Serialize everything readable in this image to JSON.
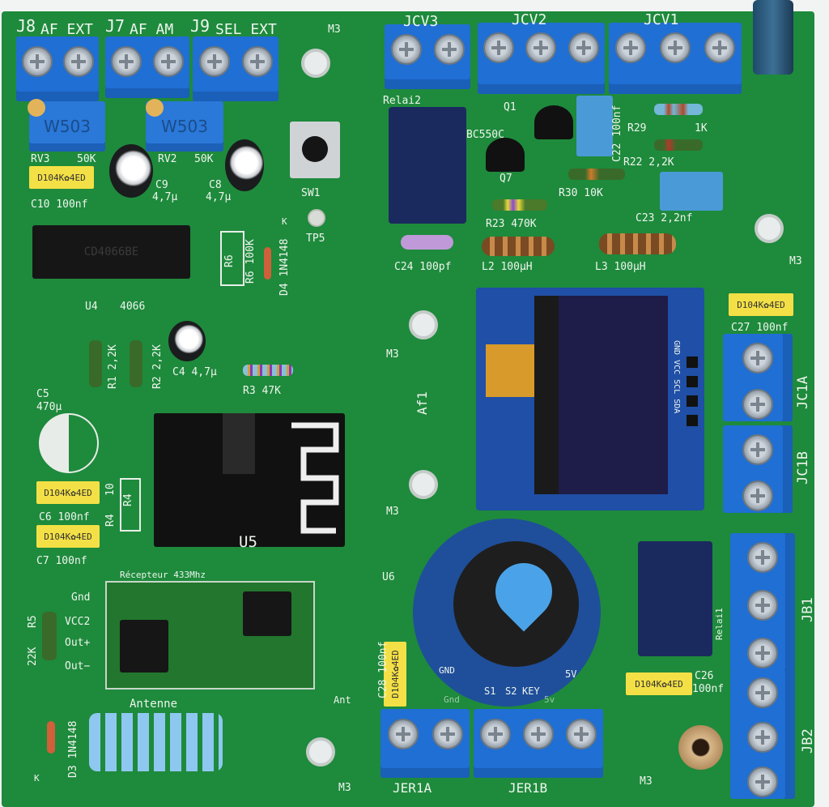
{
  "board": {
    "color": "#1e8a3c",
    "terminal_color": "#1f6fd4"
  },
  "silk": {
    "j8": "J8",
    "j8_name": "AF EXT",
    "j7": "J7",
    "j7_name": "AF AM",
    "j9": "J9",
    "j9_name": "SEL EXT",
    "m3_a": "M3",
    "rv3": "RV3",
    "rv3_val": "50K",
    "rv2": "RV2",
    "rv2_val": "50K",
    "trim_mark": "W503",
    "c10": "C10 100nf",
    "c9": "C9",
    "c9_val": "4,7µ",
    "c8": "C8",
    "c8_val": "4,7µ",
    "sw1": "SW1",
    "tp5": "TP5",
    "u4": "U4",
    "u4_val": "4066",
    "ic_u4_text": "CD4066BE",
    "r6_box": "R6",
    "r6": "R6 100K",
    "d4": "D4 1N4148",
    "d4_k": "K",
    "r1": "R1 2,2K",
    "r2": "R2 2,2K",
    "c4": "C4 4,7µ",
    "r3": "R3  47K",
    "c5": "C5",
    "c5_val": "470µ",
    "c5_inner": "C5",
    "r4": "R4",
    "r4_val": "10",
    "c6": "C6 100nf",
    "c7": "C7 100nf",
    "u5": "U5",
    "receiver": "Récepteur 433Mhz",
    "gnd": "Gnd",
    "vcc2": "VCC2",
    "out_p": "Out+",
    "out_m": "Out−",
    "r5": "R5",
    "r5_val": "22K",
    "antenna": "Antenne",
    "ant": "Ant",
    "d3": "D3 1N4148",
    "d3_k": "K",
    "m3_b": "M3",
    "jcv3": "JCV3",
    "jcv2": "JCV2",
    "jcv1": "JCV1",
    "relai2": "Relai2",
    "q1": "Q1",
    "bc550c": "BC550C",
    "q7": "Q7",
    "c22": "C22 100nf",
    "r29": "R29",
    "r29_val": "1K",
    "r22": "R22  2,2K",
    "r30": "R30  10K",
    "c23": "C23  2,2nf",
    "r23": "R23 470K",
    "c24": "C24 100pf",
    "l2": "L2   100µH",
    "l3": "L3   100µH",
    "m3_c": "M3",
    "m3_d": "M3",
    "af1": "Af1",
    "m3_e": "M3",
    "oled_pins": "GND VCC SCL SDA",
    "c27": "C27 100nf",
    "jc1a": "JC1A",
    "jc1b": "JC1B",
    "jb1": "JB1",
    "jb2": "JB2",
    "u6": "U6",
    "c28": "C28 100nf",
    "enc_gnd": "GND",
    "enc_s1": "S1",
    "enc_s2": "S2",
    "enc_key": "KEY",
    "enc_5v": "5V",
    "gnd2": "Gnd",
    "v5": "5v",
    "relai1": "Relai1",
    "c26": "C26",
    "c26_val": "100nf",
    "jer1a": "JER1A",
    "jer1b": "JER1B",
    "m3_f": "M3"
  },
  "cap_mark": "D104K✿4ED"
}
